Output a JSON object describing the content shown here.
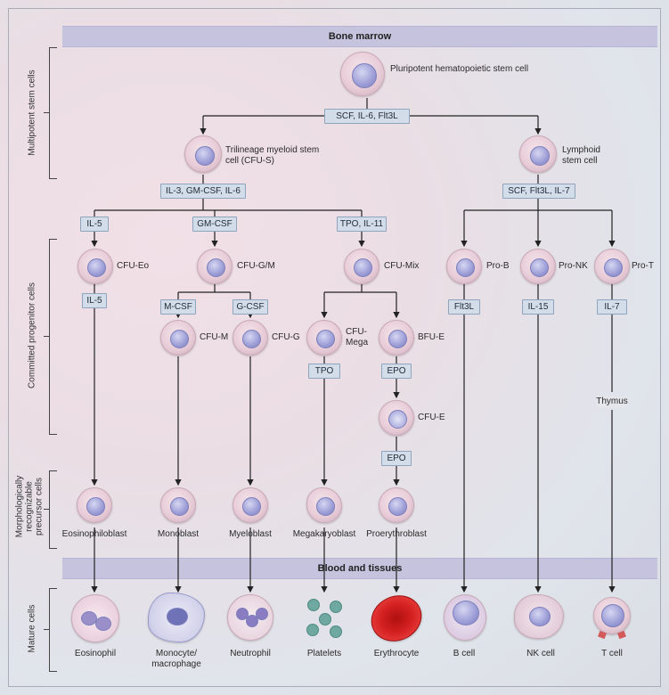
{
  "bands": {
    "top": "Bone marrow",
    "middle": "Blood and tissues"
  },
  "side_labels": {
    "multipotent": "Multipotent stem cells",
    "committed": "Committed progenitor cells",
    "precursor": "Morphologically recognizable precursor cells",
    "mature": "Mature cells"
  },
  "cells": {
    "phsc": "Pluripotent hematopoietic stem cell",
    "cfus": "Trilineage myeloid stem cell (CFU-S)",
    "lymphoid": "Lymphoid stem cell",
    "cfueo": "CFU-Eo",
    "cfugm": "CFU-G/M",
    "cfumix": "CFU-Mix",
    "prob": "Pro-B",
    "pronk": "Pro-NK",
    "prot": "Pro-T",
    "cfum": "CFU-M",
    "cfug": "CFU-G",
    "cfumega": "CFU-Mega",
    "bfue": "BFU-E",
    "cfue": "CFU-E",
    "eosinophiloblast": "Eosinophiloblast",
    "monoblast": "Monoblast",
    "myeloblast": "Myeloblast",
    "megakaryoblast": "Megakaryoblast",
    "proerythroblast": "Proerythroblast",
    "eosinophil": "Eosinophil",
    "monocyte": "Monocyte/ macrophage",
    "neutrophil": "Neutrophil",
    "platelets": "Platelets",
    "erythrocyte": "Erythrocyte",
    "bcell": "B cell",
    "nkcell": "NK cell",
    "tcell": "T cell"
  },
  "factors": {
    "scf_il6_flt3l": "SCF, IL-6, Flt3L",
    "il3_gmcsf_il6": "IL-3, GM-CSF, IL-6",
    "scf_flt3l_il7": "SCF, Flt3L, IL-7",
    "il5_top": "IL-5",
    "gmcsf": "GM-CSF",
    "tpo_il11": "TPO, IL-11",
    "il5_mid": "IL-5",
    "mcsf": "M-CSF",
    "gcsf": "G-CSF",
    "flt3l": "Flt3L",
    "il15": "IL-15",
    "il7": "IL-7",
    "tpo": "TPO",
    "epo1": "EPO",
    "epo2": "EPO",
    "thymus": "Thymus"
  }
}
